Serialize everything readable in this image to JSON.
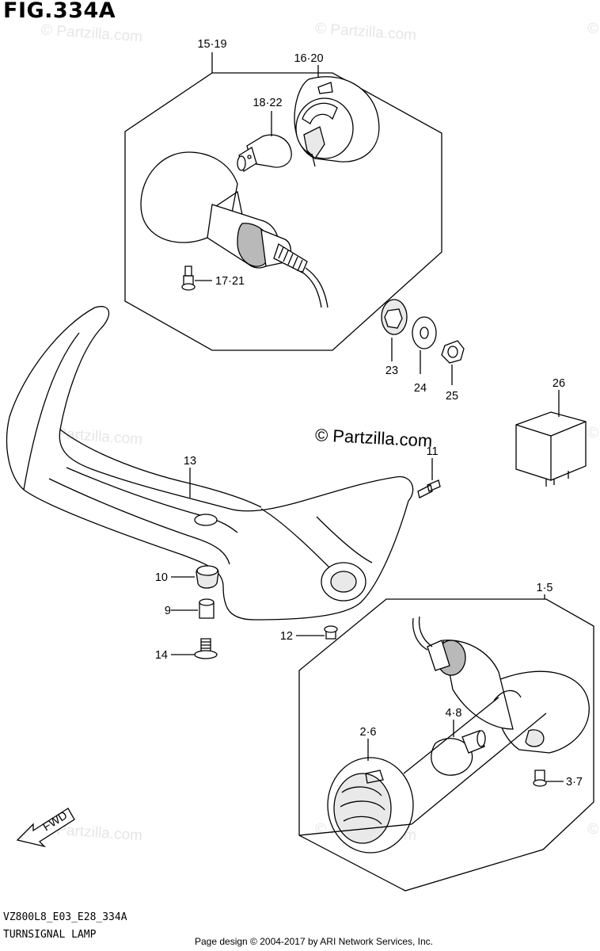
{
  "figure": {
    "title": "FIG.334A",
    "code": "VZ800L8_E03_E28_334A",
    "name": "TURNSIGNAL LAMP",
    "credit": "Page design © 2004-2017 by ARI Network Services, Inc.",
    "brand_watermark": "© Partzilla.com",
    "faint_watermark": "© Partzilla.com",
    "fwd_label": "FWD"
  },
  "callouts": {
    "c15_19": "15·19",
    "c16_20": "16·20",
    "c18_22": "18·22",
    "c17_21": "17·21",
    "c23": "23",
    "c24": "24",
    "c25": "25",
    "c26": "26",
    "c13": "13",
    "c11": "11",
    "c10": "10",
    "c9": "9",
    "c14": "14",
    "c12": "12",
    "c1_5": "1·5",
    "c2_6": "2·6",
    "c4_8": "4·8",
    "c3_7": "3·7"
  }
}
